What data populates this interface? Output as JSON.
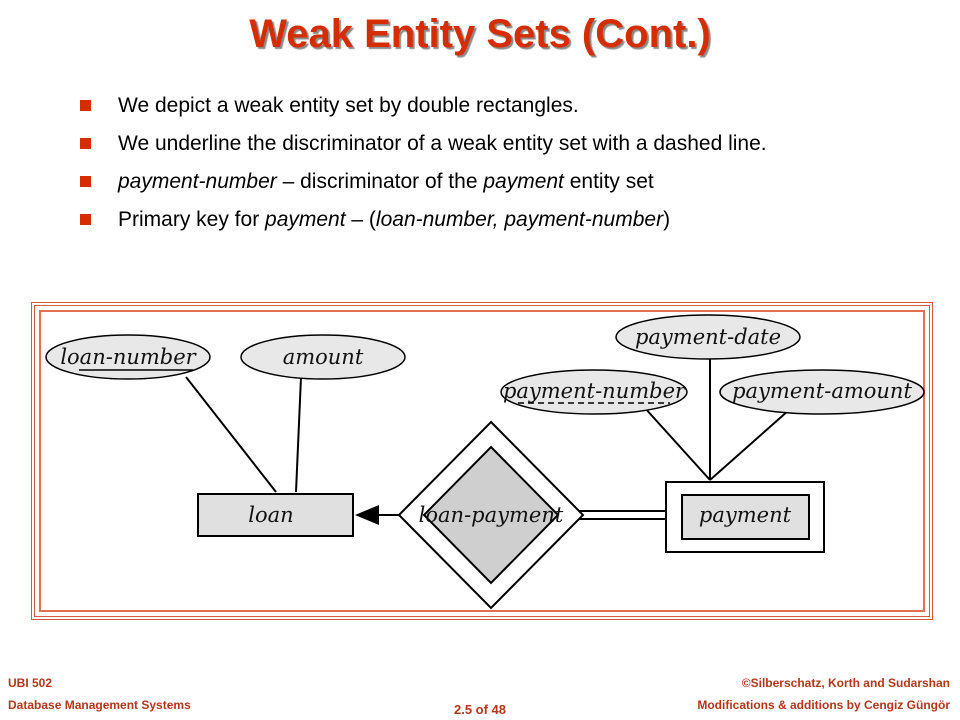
{
  "title": "Weak Entity Sets (Cont.)",
  "bullets": [
    {
      "parts": [
        {
          "t": "We depict a weak entity set by double rectangles.",
          "i": false
        }
      ]
    },
    {
      "parts": [
        {
          "t": "We underline the discriminator of a weak entity set  with a dashed line.",
          "i": false
        }
      ]
    },
    {
      "parts": [
        {
          "t": "payment-number",
          "i": true
        },
        {
          "t": " – discriminator of the ",
          "i": false
        },
        {
          "t": "payment",
          "i": true
        },
        {
          "t": " entity set",
          "i": false
        }
      ]
    },
    {
      "parts": [
        {
          "t": "Primary key for ",
          "i": false
        },
        {
          "t": "payment",
          "i": true
        },
        {
          "t": " – (",
          "i": false
        },
        {
          "t": "loan-number, payment-number",
          "i": true
        },
        {
          "t": ")",
          "i": false
        }
      ]
    }
  ],
  "diagram": {
    "attributes": {
      "loan_number": "loan-number",
      "amount": "amount",
      "payment_date": "payment-date",
      "payment_number": "payment-number",
      "payment_amount": "payment-amount"
    },
    "entities": {
      "loan": "loan",
      "payment": "payment"
    },
    "relationship": "loan-payment"
  },
  "footer": {
    "course_code": "UBI 502",
    "course_name": "Database Management Systems",
    "copyright": "©Silberschatz, Korth and Sudarshan",
    "modifications": "Modifications & additions by Cengiz Güngör",
    "page": "2.5 of 48"
  },
  "colors": {
    "title": "#d62d00",
    "bullet": "#d62d00",
    "frame": "#d65a3a",
    "shape_fill": "#e8e8e8",
    "diamond_fill": "#cfcfcf"
  }
}
